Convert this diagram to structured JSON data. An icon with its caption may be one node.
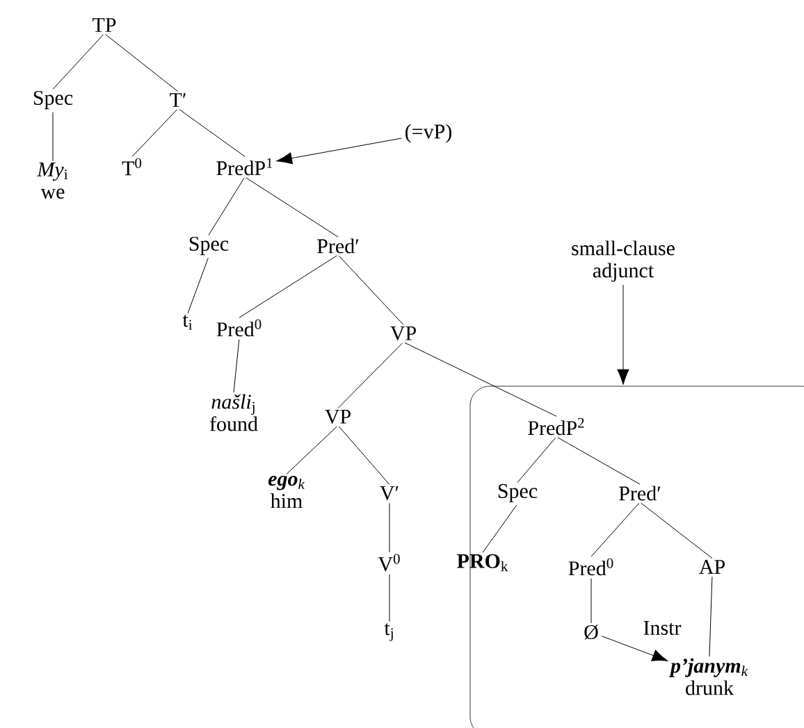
{
  "diagram": {
    "nodes": [
      {
        "text": [
          "TP"
        ]
      },
      {
        "text": [
          "Spec"
        ]
      },
      {
        "text": [
          "T′"
        ]
      },
      {
        "text": [
          "*My*$_{i}$",
          "we"
        ]
      },
      {
        "text": [
          "T$^{0}$"
        ]
      },
      {
        "text": [
          "PredP$^{1}$"
        ]
      },
      {
        "text": [
          "(=vP)"
        ]
      },
      {
        "text": [
          "Spec"
        ]
      },
      {
        "text": [
          "Pred′"
        ]
      },
      {
        "text": [
          "t$_{i}$"
        ]
      },
      {
        "text": [
          "Pred$^{0}$"
        ]
      },
      {
        "text": [
          "VP"
        ]
      },
      {
        "text": [
          "small-clause adjunct"
        ]
      },
      {
        "text": [
          "*našli*$_{j}$",
          "found"
        ]
      },
      {
        "text": [
          "VP"
        ]
      },
      {
        "text": [],
        "shape": "box"
      },
      {
        "text": [
          "PredP$^{2}$"
        ],
        "in": 15
      },
      {
        "text": [
          "**ego**$_{k}$",
          "him"
        ]
      },
      {
        "text": [
          "V′"
        ]
      },
      {
        "text": [
          "Spec"
        ],
        "in": 15
      },
      {
        "text": [
          "Pred′"
        ],
        "in": 15
      },
      {
        "text": [
          "V$^{0}$"
        ]
      },
      {
        "text": [
          "**PRO**$_{k}$"
        ],
        "in": 15
      },
      {
        "text": [
          "Pred$^{0}$"
        ],
        "in": 15
      },
      {
        "text": [
          "AP"
        ],
        "in": 15
      },
      {
        "text": [
          "Ø"
        ],
        "in": 15
      },
      {
        "text": [
          "t$_{j}$"
        ]
      },
      {
        "text": [
          "**p’janym**$_{k}$",
          "drunk"
        ],
        "in": 15
      }
    ],
    "edges": [
      {
        "from": 0,
        "to": 1,
        "arrow": "none"
      },
      {
        "from": 0,
        "to": 2,
        "arrow": "none"
      },
      {
        "from": 1,
        "to": 3,
        "arrow": "none"
      },
      {
        "from": 2,
        "to": 4,
        "arrow": "none"
      },
      {
        "from": 2,
        "to": 5,
        "arrow": "none"
      },
      {
        "from": 6,
        "to": 5,
        "arrow": "to"
      },
      {
        "from": 5,
        "to": 7,
        "arrow": "none"
      },
      {
        "from": 5,
        "to": 8,
        "arrow": "none"
      },
      {
        "from": 7,
        "to": 9,
        "arrow": "none"
      },
      {
        "from": 8,
        "to": 10,
        "arrow": "none"
      },
      {
        "from": 8,
        "to": 11,
        "arrow": "none"
      },
      {
        "from": 10,
        "to": 13,
        "arrow": "none"
      },
      {
        "from": 11,
        "to": 14,
        "arrow": "none"
      },
      {
        "from": 11,
        "to": 16,
        "arrow": "none"
      },
      {
        "from": 12,
        "to": 15,
        "arrow": "to"
      },
      {
        "from": 14,
        "to": 17,
        "arrow": "none"
      },
      {
        "from": 14,
        "to": 18,
        "arrow": "none"
      },
      {
        "from": 16,
        "to": 19,
        "arrow": "none"
      },
      {
        "from": 16,
        "to": 20,
        "arrow": "none"
      },
      {
        "from": 18,
        "to": 21,
        "arrow": "none"
      },
      {
        "from": 19,
        "to": 22,
        "arrow": "none"
      },
      {
        "from": 20,
        "to": 23,
        "arrow": "none"
      },
      {
        "from": 20,
        "to": 24,
        "arrow": "none"
      },
      {
        "from": 21,
        "to": 26,
        "arrow": "none"
      },
      {
        "from": 23,
        "to": 25,
        "arrow": "none"
      },
      {
        "from": 25,
        "to": 27,
        "arrow": "to",
        "label": "Instr"
      },
      {
        "from": 24,
        "to": 27,
        "arrow": "none"
      }
    ]
  }
}
